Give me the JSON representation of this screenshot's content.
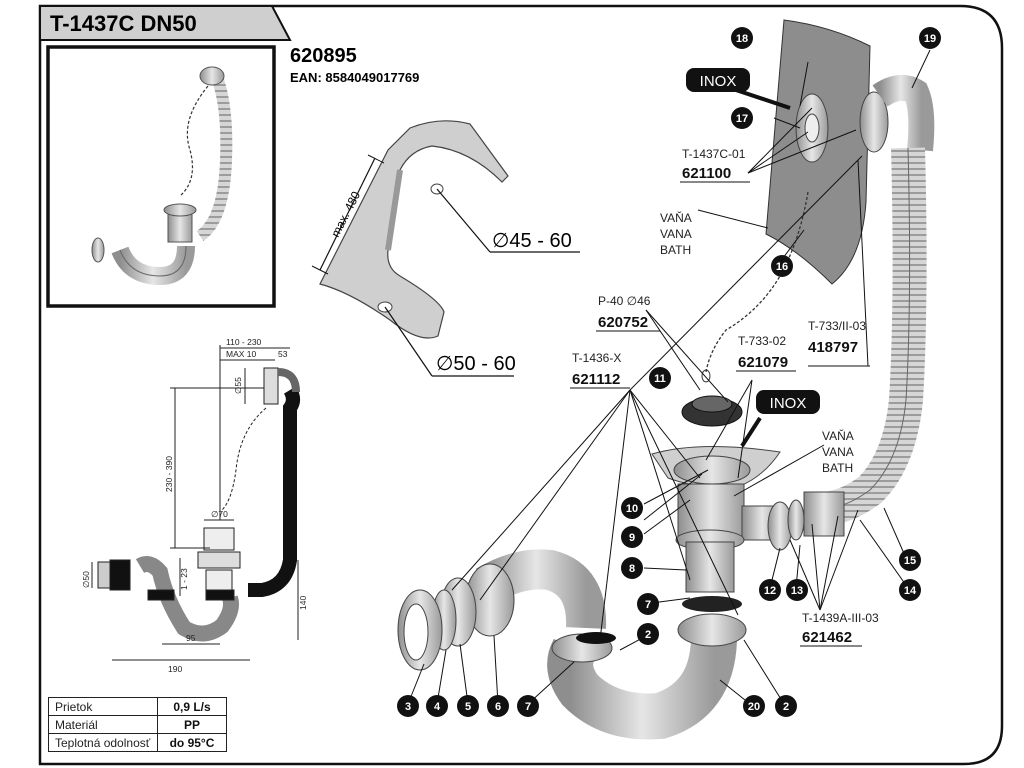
{
  "header": {
    "title": "T-1437C DN50"
  },
  "product": {
    "code": "620895",
    "ean": "EAN: 8584049017769"
  },
  "dimensions": {
    "max_length": "max. 480",
    "hole_top": "∅45 - 60",
    "hole_bottom": "∅50 - 60",
    "d1": "110 - 230",
    "d2": "MAX 10",
    "d3": "53",
    "d4": "∅55",
    "d5": "230 - 390",
    "d6": "∅70",
    "d7": "1 - 23",
    "d8": "∅50",
    "d9": "140",
    "d10": "95",
    "d11": "190"
  },
  "labels": {
    "inox": "INOX",
    "t1437c01": "T-1437C-01",
    "n621100": "621100",
    "bath_sk": "VAŇA",
    "bath_cz": "VANA",
    "bath_en": "BATH",
    "p40": "P-40 ∅46",
    "n620752": "620752",
    "t73302": "T-733-02",
    "n621079": "621079",
    "t733ii": "T-733/II-03",
    "n418797": "418797",
    "t1436x": "T-1436-X",
    "n621112": "621112",
    "t1439a": "T-1439A-III-03",
    "n621462": "621462"
  },
  "badges": {
    "b18": "18",
    "b19": "19",
    "b17": "17",
    "b16": "16",
    "b11": "11",
    "b10": "10",
    "b9": "9",
    "b8": "8",
    "b7a": "7",
    "b2a": "2",
    "b12": "12",
    "b13": "13",
    "b14": "14",
    "b15": "15",
    "b3": "3",
    "b4": "4",
    "b5": "5",
    "b6": "6",
    "b7b": "7",
    "b20": "20",
    "b2b": "2"
  },
  "specs": [
    {
      "label": "Prietok",
      "value": "0,9 L/s"
    },
    {
      "label": "Materiál",
      "value": "PP"
    },
    {
      "label": "Teplotná odolnosť",
      "value": "do 95°C"
    }
  ],
  "colors": {
    "frame": "#111111",
    "header_bg": "#cfcfcf",
    "badge": "#111111",
    "part": "#bdbdbd"
  }
}
